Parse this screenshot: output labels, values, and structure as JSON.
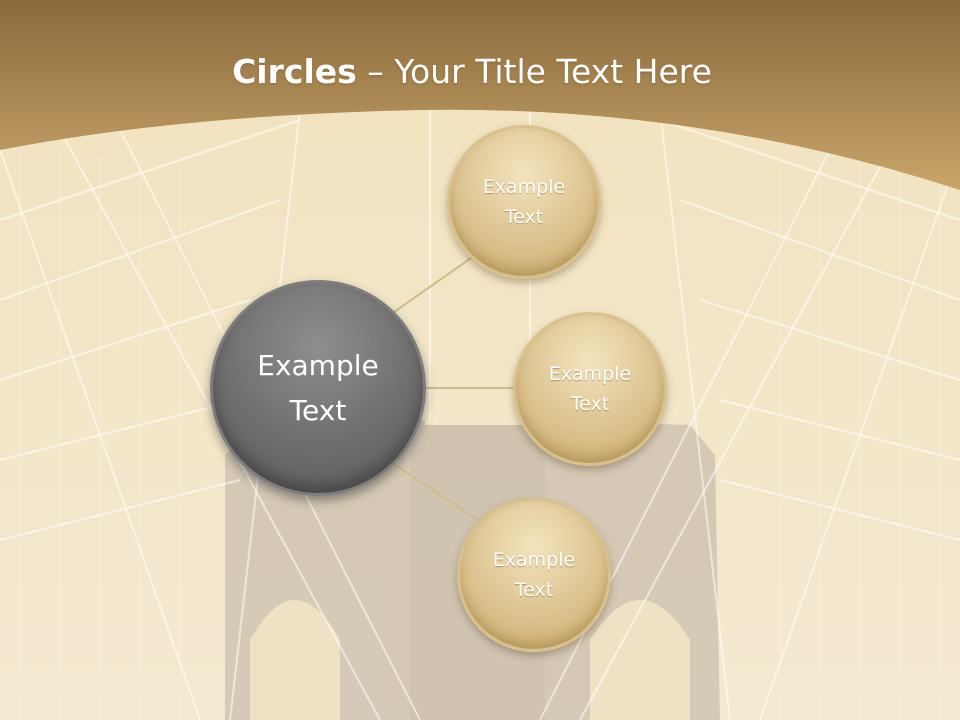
{
  "title": {
    "bold": "Circles",
    "rest": " – Your Title Text Here"
  },
  "center": {
    "text": "Example\nText"
  },
  "satellites": [
    {
      "text": "Example\nText"
    },
    {
      "text": "Example\nText"
    },
    {
      "text": "Example\nText"
    }
  ],
  "colors": {
    "header": "#a07a40",
    "satellite": "#dcc38f",
    "center": "#6e6e6e",
    "connector": "#d2bb8a"
  }
}
